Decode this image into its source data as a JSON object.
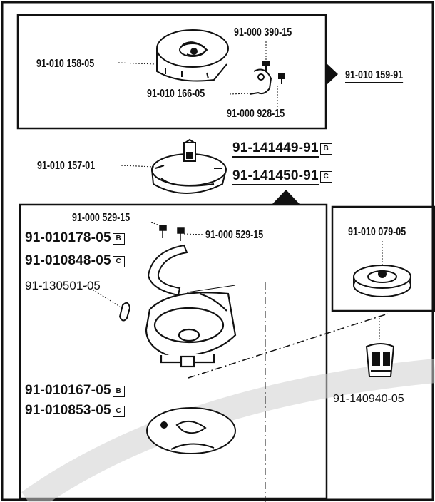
{
  "labels": {
    "l1": "91-000 390-15",
    "l2": "91-010 158-05",
    "l3": "91-010 159-91",
    "l4": "91-010 166-05",
    "l5": "91-000 928-15",
    "l6": "91-141449-91",
    "l7": "91-010 157-01",
    "l8": "91-141450-91",
    "l9": "91-000 529-15",
    "l10": "91-000 529-15",
    "l11": "91-010178-05",
    "l12": "91-010848-05",
    "l13": "91-130501-05",
    "l14": "91-010 079-05",
    "l15": "91-010167-05",
    "l16": "91-010853-05",
    "l17": "91-140940-05"
  },
  "badges": {
    "b": "B",
    "c": "C"
  }
}
